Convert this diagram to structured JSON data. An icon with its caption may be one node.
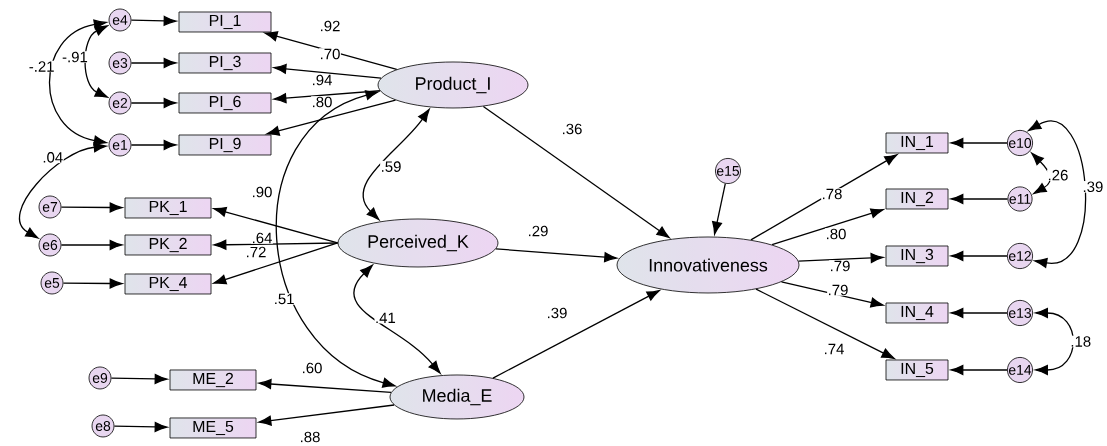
{
  "diagram": {
    "nodes": [
      {
        "text": [
          "e4"
        ]
      },
      {
        "text": [
          "PI_1"
        ]
      },
      {
        "text": [
          "e3"
        ]
      },
      {
        "text": [
          "PI_3"
        ]
      },
      {
        "text": [
          "e2"
        ]
      },
      {
        "text": [
          "PI_6"
        ]
      },
      {
        "text": [
          "e1"
        ]
      },
      {
        "text": [
          "PI_9"
        ]
      },
      {
        "text": [
          "Product_I"
        ]
      },
      {
        "text": [
          "e7"
        ]
      },
      {
        "text": [
          "PK_1"
        ]
      },
      {
        "text": [
          "e6"
        ]
      },
      {
        "text": [
          "PK_2"
        ]
      },
      {
        "text": [
          "e5"
        ]
      },
      {
        "text": [
          "PK_4"
        ]
      },
      {
        "text": [
          "Perceived_K"
        ]
      },
      {
        "text": [
          "e9"
        ]
      },
      {
        "text": [
          "ME_2"
        ]
      },
      {
        "text": [
          "e8"
        ]
      },
      {
        "text": [
          "ME_5"
        ]
      },
      {
        "text": [
          "Media_E"
        ]
      },
      {
        "text": [
          "e15"
        ]
      },
      {
        "text": [
          "Innovativeness"
        ]
      },
      {
        "text": [
          "IN_1"
        ]
      },
      {
        "text": [
          "e10"
        ]
      },
      {
        "text": [
          "IN_2"
        ]
      },
      {
        "text": [
          "e11"
        ]
      },
      {
        "text": [
          "IN_3"
        ]
      },
      {
        "text": [
          "e12"
        ]
      },
      {
        "text": [
          "IN_4"
        ]
      },
      {
        "text": [
          "e13"
        ]
      },
      {
        "text": [
          "IN_5"
        ]
      },
      {
        "text": [
          "e14"
        ]
      }
    ],
    "edges": [
      {
        "from": 0,
        "to": 1,
        "arrow": "to"
      },
      {
        "from": 2,
        "to": 3,
        "arrow": "to"
      },
      {
        "from": 4,
        "to": 5,
        "arrow": "to"
      },
      {
        "from": 6,
        "to": 7,
        "arrow": "to"
      },
      {
        "from": 8,
        "to": 1,
        "arrow": "to",
        "label": ".92"
      },
      {
        "from": 8,
        "to": 3,
        "arrow": "to",
        "label": ".70"
      },
      {
        "from": 8,
        "to": 5,
        "arrow": "to",
        "label": ".94"
      },
      {
        "from": 8,
        "to": 7,
        "arrow": "to",
        "label": ".80"
      },
      {
        "from": 9,
        "to": 10,
        "arrow": "to"
      },
      {
        "from": 11,
        "to": 12,
        "arrow": "to"
      },
      {
        "from": 13,
        "to": 14,
        "arrow": "to"
      },
      {
        "from": 15,
        "to": 10,
        "arrow": "to",
        "label": ".90"
      },
      {
        "from": 15,
        "to": 12,
        "arrow": "to",
        "label": ".64"
      },
      {
        "from": 15,
        "to": 14,
        "arrow": "to",
        "label": ".72"
      },
      {
        "from": 16,
        "to": 17,
        "arrow": "to"
      },
      {
        "from": 18,
        "to": 19,
        "arrow": "to"
      },
      {
        "from": 20,
        "to": 17,
        "arrow": "to",
        "label": ".60"
      },
      {
        "from": 20,
        "to": 19,
        "arrow": "to",
        "label": ".88"
      },
      {
        "from": 8,
        "to": 22,
        "arrow": "to",
        "label": ".36"
      },
      {
        "from": 15,
        "to": 22,
        "arrow": "to",
        "label": ".29"
      },
      {
        "from": 20,
        "to": 22,
        "arrow": "to",
        "label": ".39"
      },
      {
        "from": 21,
        "to": 22,
        "arrow": "to"
      },
      {
        "from": 22,
        "to": 23,
        "arrow": "to",
        "label": ".78"
      },
      {
        "from": 22,
        "to": 25,
        "arrow": "to",
        "label": ".80"
      },
      {
        "from": 22,
        "to": 27,
        "arrow": "to",
        "label": ".79"
      },
      {
        "from": 22,
        "to": 29,
        "arrow": "to",
        "label": ".79"
      },
      {
        "from": 22,
        "to": 31,
        "arrow": "to",
        "label": ".74"
      },
      {
        "from": 24,
        "to": 23,
        "arrow": "to"
      },
      {
        "from": 26,
        "to": 25,
        "arrow": "to"
      },
      {
        "from": 28,
        "to": 27,
        "arrow": "to"
      },
      {
        "from": 30,
        "to": 29,
        "arrow": "to"
      },
      {
        "from": 32,
        "to": 31,
        "arrow": "to"
      },
      {
        "from": 0,
        "to": 4,
        "arrow": "both",
        "label": "-.91"
      },
      {
        "from": 0,
        "to": 6,
        "arrow": "both",
        "label": "-.21"
      },
      {
        "from": 6,
        "to": 11,
        "arrow": "both",
        "label": ".04"
      },
      {
        "from": 8,
        "to": 15,
        "arrow": "both",
        "label": ".59"
      },
      {
        "from": 15,
        "to": 20,
        "arrow": "both",
        "label": ".41"
      },
      {
        "from": 8,
        "to": 20,
        "arrow": "both",
        "label": ".51"
      },
      {
        "from": 24,
        "to": 26,
        "arrow": "both",
        "label": ".26"
      },
      {
        "from": 24,
        "to": 28,
        "arrow": "both",
        "label": ".39"
      },
      {
        "from": 30,
        "to": 32,
        "arrow": "both",
        "label": ".18"
      }
    ]
  }
}
